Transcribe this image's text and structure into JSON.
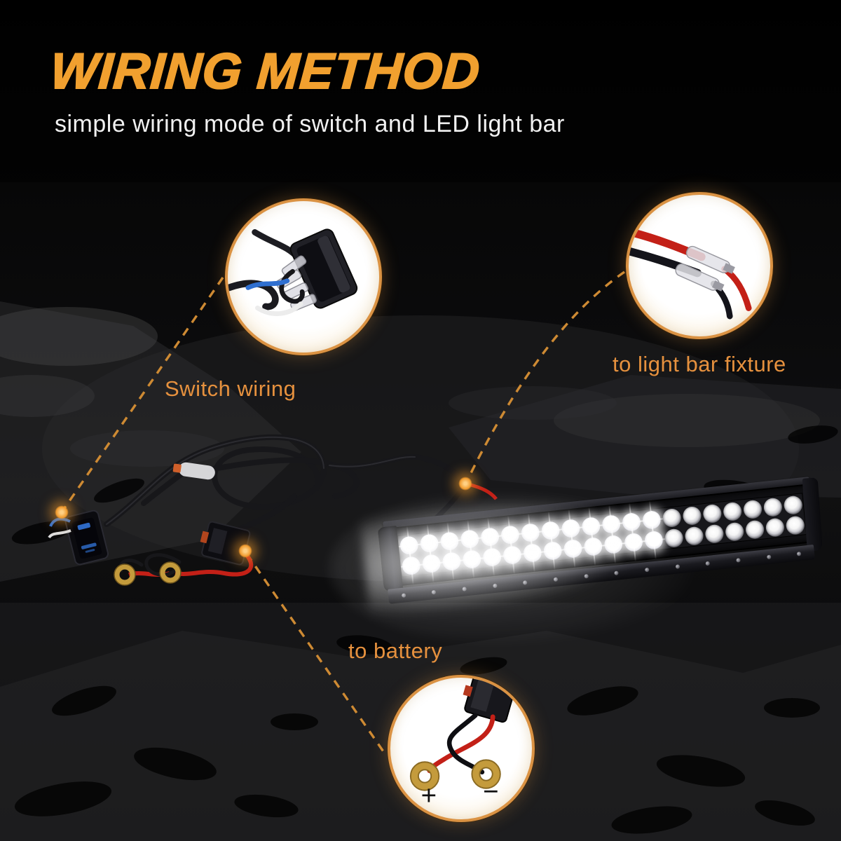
{
  "header": {
    "title": "WIRING METHOD",
    "subtitle": "simple wiring mode of switch and LED light bar"
  },
  "callouts": {
    "switch": {
      "label": "Switch wiring"
    },
    "fixture": {
      "label": "to light bar fixture"
    },
    "battery": {
      "label": "to battery",
      "plus_symbol": "+",
      "minus_symbol": "−"
    }
  },
  "light_bar": {
    "led_rows": 2,
    "led_cols": 20,
    "bright_led_cols": 13,
    "screw_count": 14
  },
  "icons": {
    "callout_switch": "rocker-switch-rear-photo",
    "callout_fixture": "light-bar-connector-photo",
    "callout_battery": "battery-ring-terminals-photo"
  },
  "colors": {
    "title_orange": "#F1A02F",
    "label_orange": "#E6913E",
    "dash_orange": "#CE8A33",
    "circle_border": "#DA9243",
    "glow_dot": "#F09A2E",
    "wire_red": "#C32017",
    "wire_blue": "#2F6FD0",
    "ring_gold": "#C49B3C",
    "background": "#0A0A0A"
  }
}
